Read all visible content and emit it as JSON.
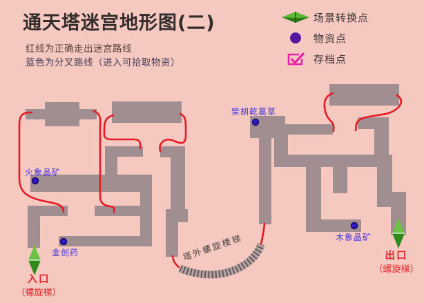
{
  "title": "通天塔迷宫地形图(二)",
  "subtitle": {
    "line1": "红线为正确走出迷宫路线",
    "line2": "蓝色为分叉路线（进入可拾取物资）"
  },
  "legend": {
    "items": [
      {
        "icon": "scene-transition-icon",
        "label": "场景转换点"
      },
      {
        "icon": "supply-point-icon",
        "label": "物资点"
      },
      {
        "icon": "save-point-icon",
        "label": "存档点"
      }
    ]
  },
  "map": {
    "items": [
      {
        "name": "fire-crystal-ore",
        "label": "火象晶矿"
      },
      {
        "name": "golden-salve",
        "label": "金创药"
      },
      {
        "name": "chaihu-gange-herb",
        "label": "柴胡乾葛草"
      },
      {
        "name": "wood-crystal-ore",
        "label": "木象晶矿"
      }
    ],
    "entrance": {
      "title": "入口",
      "subtitle": "（螺旋梯）"
    },
    "exit": {
      "title": "出口",
      "subtitle": "（螺旋梯）"
    },
    "staircase_label": "塔外螺旋楼梯"
  },
  "colors": {
    "background": "#f5c9c0",
    "corridor_gray": "#a18e90",
    "route_red": "#e61a24",
    "branch_blue": "#4536d8",
    "legend_green": "#3f9a22",
    "supply_purple": "#5617a2",
    "save_magenta": "#ec1fa8"
  }
}
